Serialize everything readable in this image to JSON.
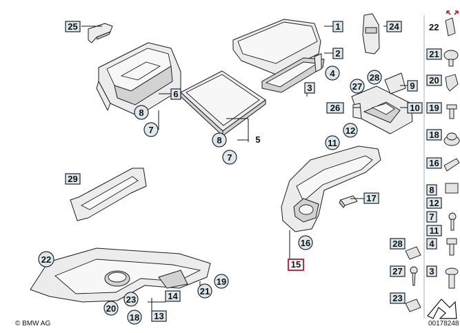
{
  "labels": {
    "p1": "1",
    "p2": "2",
    "p3": "3",
    "p4": "4",
    "p5": "5",
    "p6": "6",
    "p7a": "7",
    "p7b": "7",
    "p8a": "8",
    "p8b": "8",
    "p9": "9",
    "p10": "10",
    "p11": "11",
    "p12": "12",
    "p13": "13",
    "p14": "14",
    "p15": "15",
    "p16": "16",
    "p17": "17",
    "p18": "18",
    "p19": "19",
    "p20": "20",
    "p21": "21",
    "p22": "22",
    "p23": "23",
    "p24": "24",
    "p25": "25",
    "p26": "26",
    "p27": "27",
    "p28": "28",
    "p29": "29"
  },
  "side_panel": {
    "items": [
      "22",
      "21",
      "20",
      "19",
      "18",
      "16",
      "8",
      "12",
      "7",
      "11",
      "28",
      "4",
      "27",
      "3",
      "23"
    ]
  },
  "footer": {
    "copyright": "© BMW AG",
    "diagram_id": "00178248"
  },
  "colors": {
    "callout_fill": "#dce8ec",
    "highlight": "#d0112b"
  }
}
